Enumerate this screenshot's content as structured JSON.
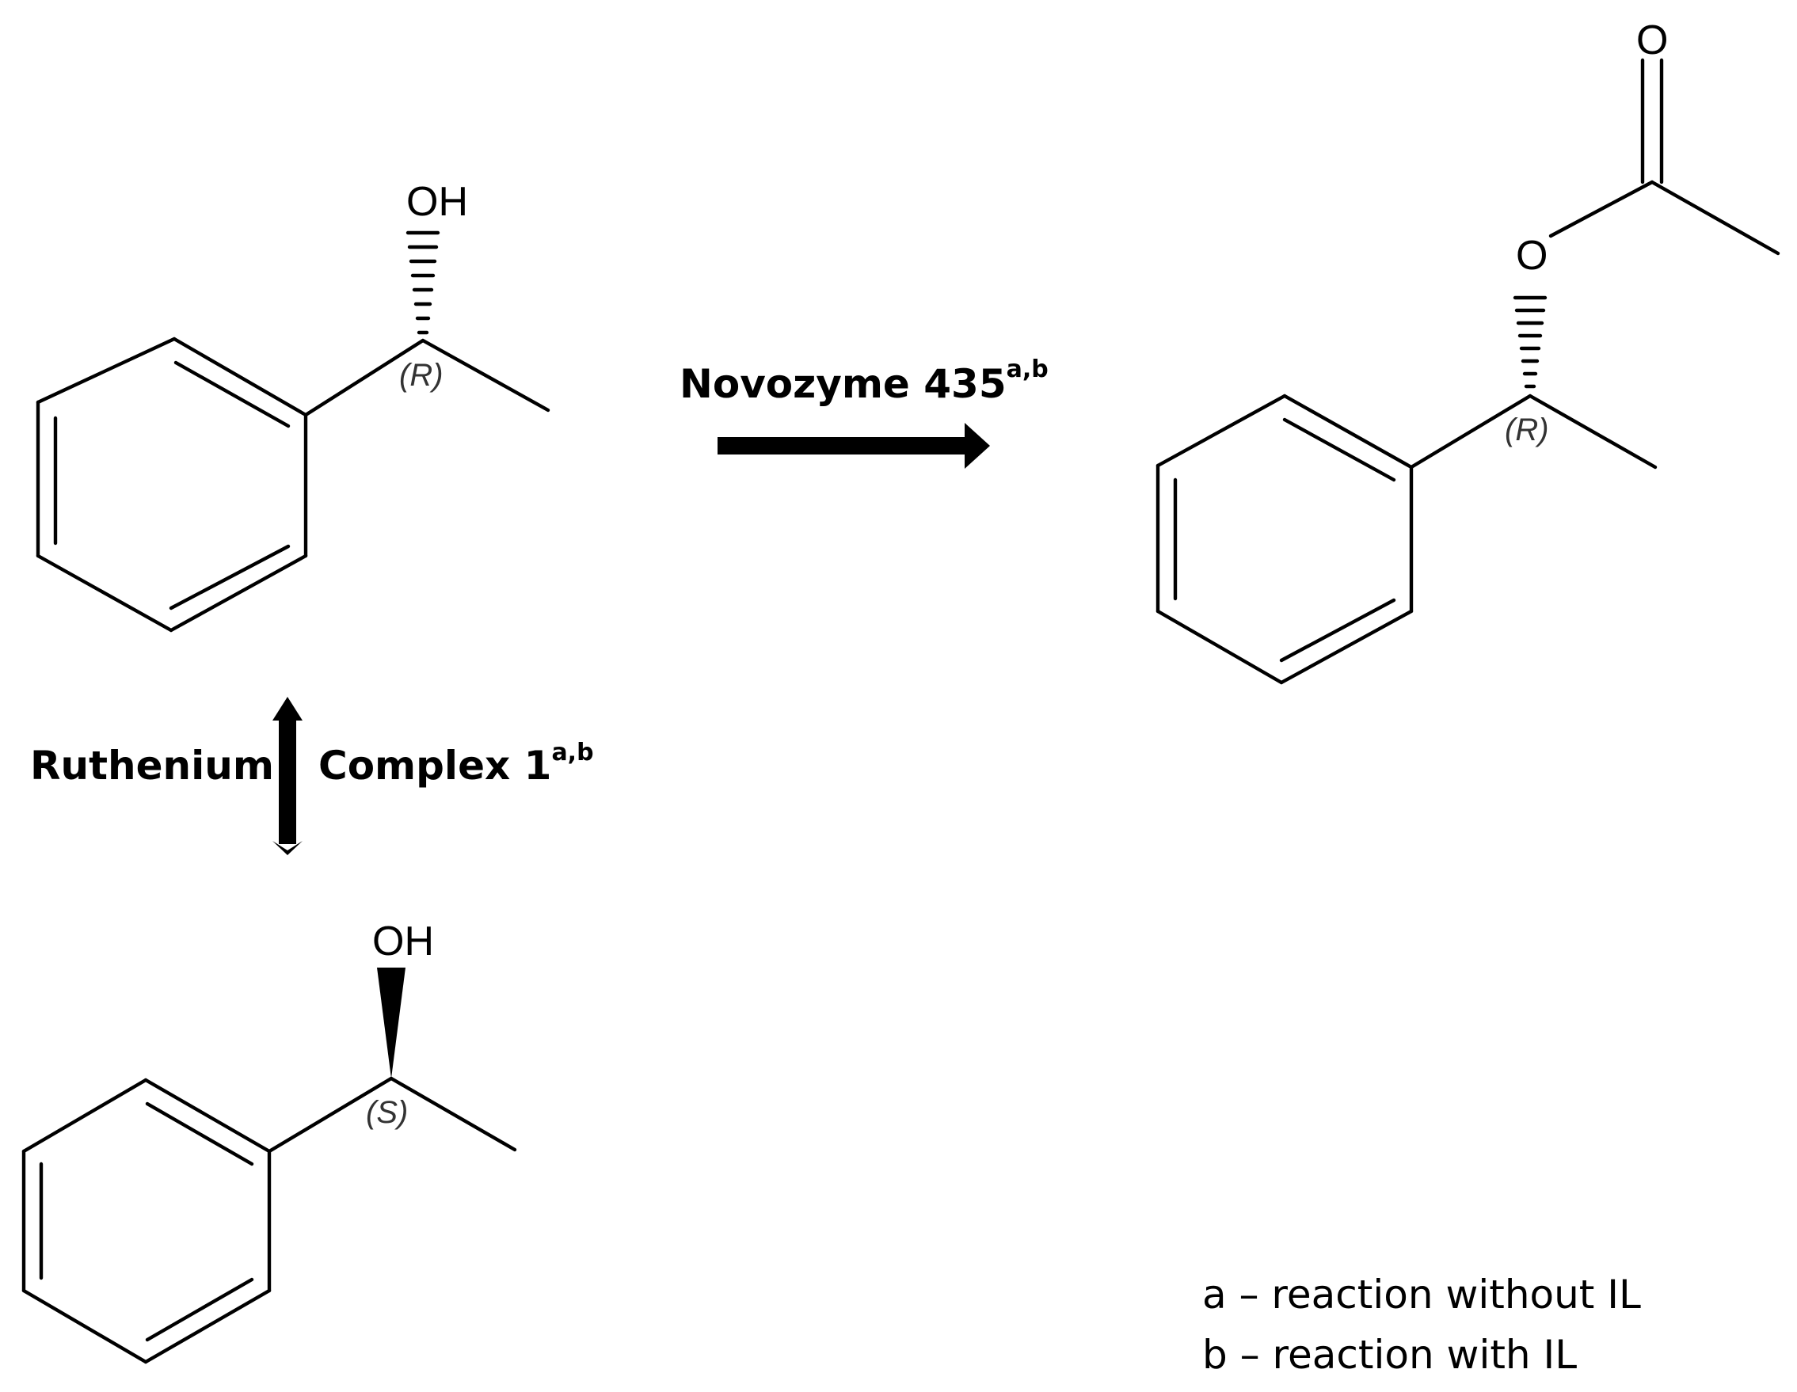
{
  "molecules": {
    "r_alcohol": {
      "atom_label": "OH",
      "stereo_label": "(R)"
    },
    "s_alcohol": {
      "atom_label": "OH",
      "stereo_label": "(S)"
    },
    "r_acetate": {
      "ester_oxygen": "O",
      "carbonyl_oxygen": "O",
      "stereo_label": "(R)"
    }
  },
  "reactions": {
    "enzymatic": {
      "catalyst": "Novozyme 435",
      "superscript": "a,b"
    },
    "racemization": {
      "catalyst_left": "Ruthenium",
      "catalyst_right": "Complex 1",
      "superscript": "a,b"
    }
  },
  "legend": {
    "a": "a – reaction without IL",
    "b": "b – reaction with IL"
  }
}
